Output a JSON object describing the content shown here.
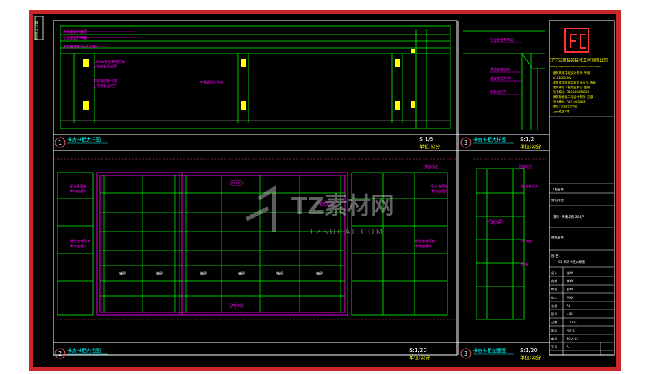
{
  "sheet_border": {
    "color": "#c8282a"
  },
  "side_stamp": "图纸签字 2018",
  "company": {
    "name_cn": "辽宁宏盛装饰装修工程有限公司",
    "name_en": "Liaoning Hongsheng Decoration Engineering Limited Company",
    "lines": [
      "建筑装饰工程设计专项: 甲级",
      "A121001362",
      "建筑装饰装修工程专业承包: 壹级",
      "建筑幕墙工程专业承包: 壹级",
      "证书编号: D10040290809",
      "建筑智能化工程设计专项: 乙级",
      "证书编号: A221001349",
      "地址: 沈阳市沈河区",
      "方宁社区2楼"
    ]
  },
  "title_block": {
    "project_label": "工程名称:",
    "owner_label": "建设单位:",
    "project_name": "道洋 · 天著华府 205户",
    "stage_label": "图纸名称:",
    "drawing_name_label": "图 名:",
    "drawing_name": "01-书房书柜大样图",
    "rows": [
      [
        "设 计",
        "张XX"
      ],
      [
        "校 对",
        "李XX"
      ],
      [
        "审 核",
        "赵XX"
      ],
      [
        "审 定",
        "王XX"
      ],
      [
        "比 例",
        "A3"
      ],
      [
        "图 号",
        "L-03"
      ],
      [
        "日 期",
        "CD-12-2"
      ],
      [
        "版 本",
        "Rev-01"
      ],
      [
        "编 号",
        "SCLA-03"
      ],
      [
        "序 号",
        "A"
      ]
    ]
  },
  "views": [
    {
      "num": "1",
      "title": "书房书柜大样图",
      "scale": "S:1/5"
    },
    {
      "num": "3",
      "title": "书房书柜大样图",
      "scale": "S:1/2",
      "unit": "单位:公分"
    },
    {
      "num": "2",
      "title": "书房书柜内视图",
      "scale": "S:1/20",
      "unit": "单位:公分"
    },
    {
      "num": "3",
      "title": "书房书柜剖面图",
      "scale": "S:1/20",
      "unit": "单位:公分"
    }
  ],
  "annotations": {
    "top1": "木饰面板饰面层",
    "top2": "铝合金型材饰面",
    "top3": "木龙骨衬板 9×1.5CM",
    "mid1": "12mm钢化玻璃层板",
    "mid2": "木饰面板饰面层",
    "mid3": "不锈钢层板卡扣",
    "mid4": "上下层板固定件",
    "mid5": "不锈钢拉丝饰条",
    "sec1": "铝合金型材收边",
    "sec2": "木饰面板饰面",
    "sec3": "铝合金型材收口",
    "sec4": "层板固定件",
    "elev_top": "顶面收边",
    "elev_top2": "顶面收边",
    "e_left1": "铝合金层板",
    "e_left2": "木饰面柜体",
    "e_left3": "钢化玻璃层板",
    "e_left4": "木饰面柜体",
    "e_right1": "铝合金层板",
    "e_right2": "木饰面柜体",
    "e_right3": "钢化玻璃层板",
    "e_right4": "木饰面柜体",
    "s_r1": "铝合金收边",
    "s_r2": "木饰面",
    "s_r3": "层板"
  },
  "tags": [
    "WD-01",
    "WD-01",
    "WD-03",
    "WD-02",
    "WD-02"
  ],
  "drawer_label": "抽屉",
  "watermark": {
    "brand": "TZ素材网",
    "url": "TZSUCAI.COM"
  }
}
